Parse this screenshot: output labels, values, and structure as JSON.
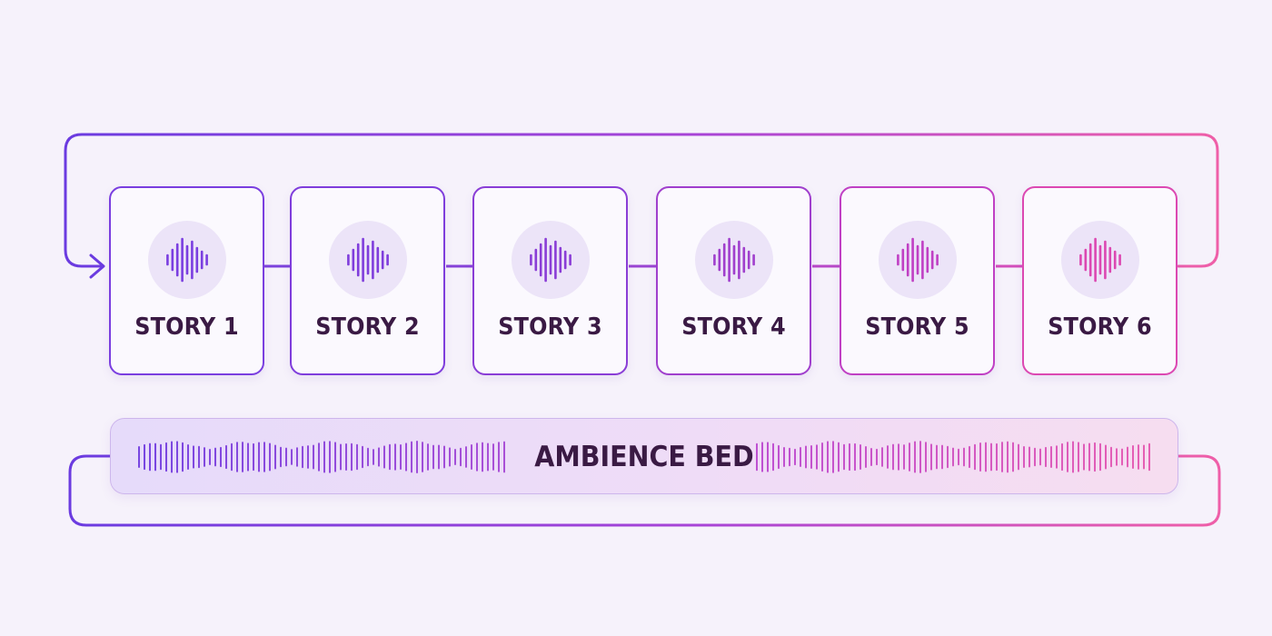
{
  "stories": [
    {
      "label": "STORY 1",
      "color": "#7a3ee0"
    },
    {
      "label": "STORY 2",
      "color": "#7f3ddc"
    },
    {
      "label": "STORY 3",
      "color": "#8a3dd6"
    },
    {
      "label": "STORY 4",
      "color": "#a03fcd"
    },
    {
      "label": "STORY 5",
      "color": "#c040c4"
    },
    {
      "label": "STORY 6",
      "color": "#dc48b2"
    }
  ],
  "ambience": {
    "label": "AMBIENCE BED"
  },
  "colors": {
    "gradient_start": "#6b3be0",
    "gradient_mid": "#a844d6",
    "gradient_end": "#ef5fa8",
    "text": "#3a1a44",
    "background": "#f6f2fb"
  }
}
